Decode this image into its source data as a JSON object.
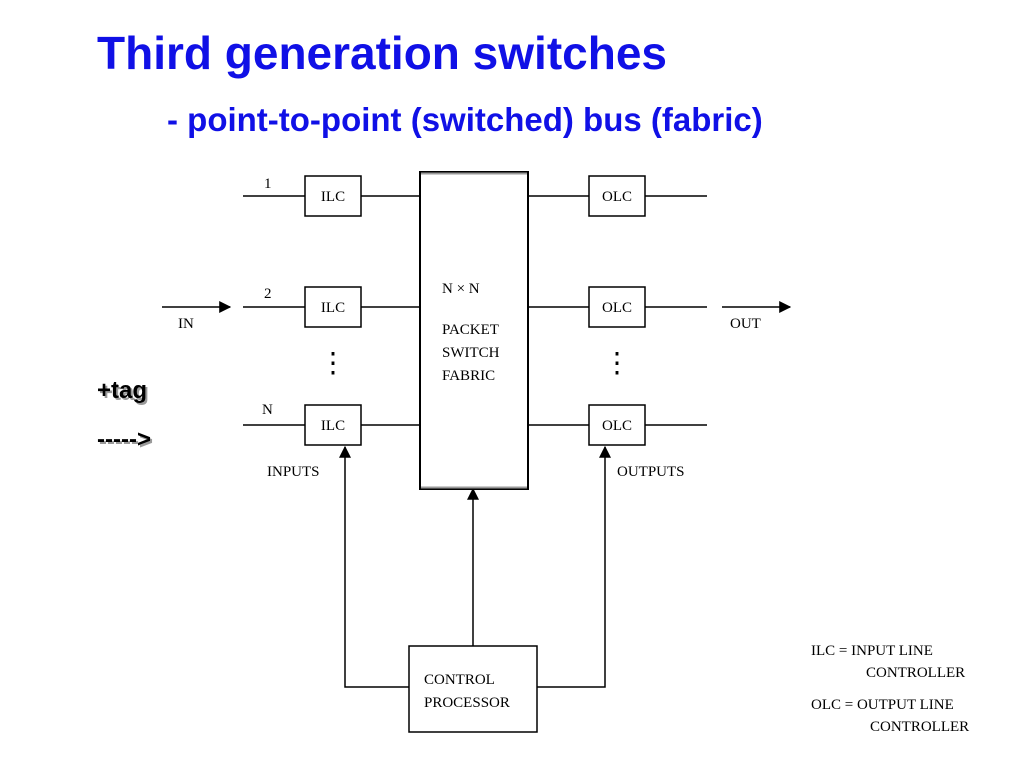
{
  "slide": {
    "title": "Third generation switches",
    "subtitle": "- point-to-point (switched) bus (fabric)",
    "side_notes": [
      "+tag",
      "----->"
    ]
  },
  "diagram": {
    "input_port_labels": [
      "1",
      "2",
      "N"
    ],
    "input_block": "ILC",
    "output_block": "OLC",
    "fabric_lines": [
      "N × N",
      "PACKET",
      "SWITCH",
      "FABRIC"
    ],
    "in_label": "IN",
    "out_label": "OUT",
    "inputs_label": "INPUTS",
    "outputs_label": "OUTPUTS",
    "control_lines": [
      "CONTROL",
      "PROCESSOR"
    ],
    "ellipsis": "⋮",
    "legend": {
      "ilc_line1": "ILC = INPUT LINE",
      "ilc_line2": "CONTROLLER",
      "olc_line1": "OLC = OUTPUT LINE",
      "olc_line2": "CONTROLLER"
    }
  }
}
